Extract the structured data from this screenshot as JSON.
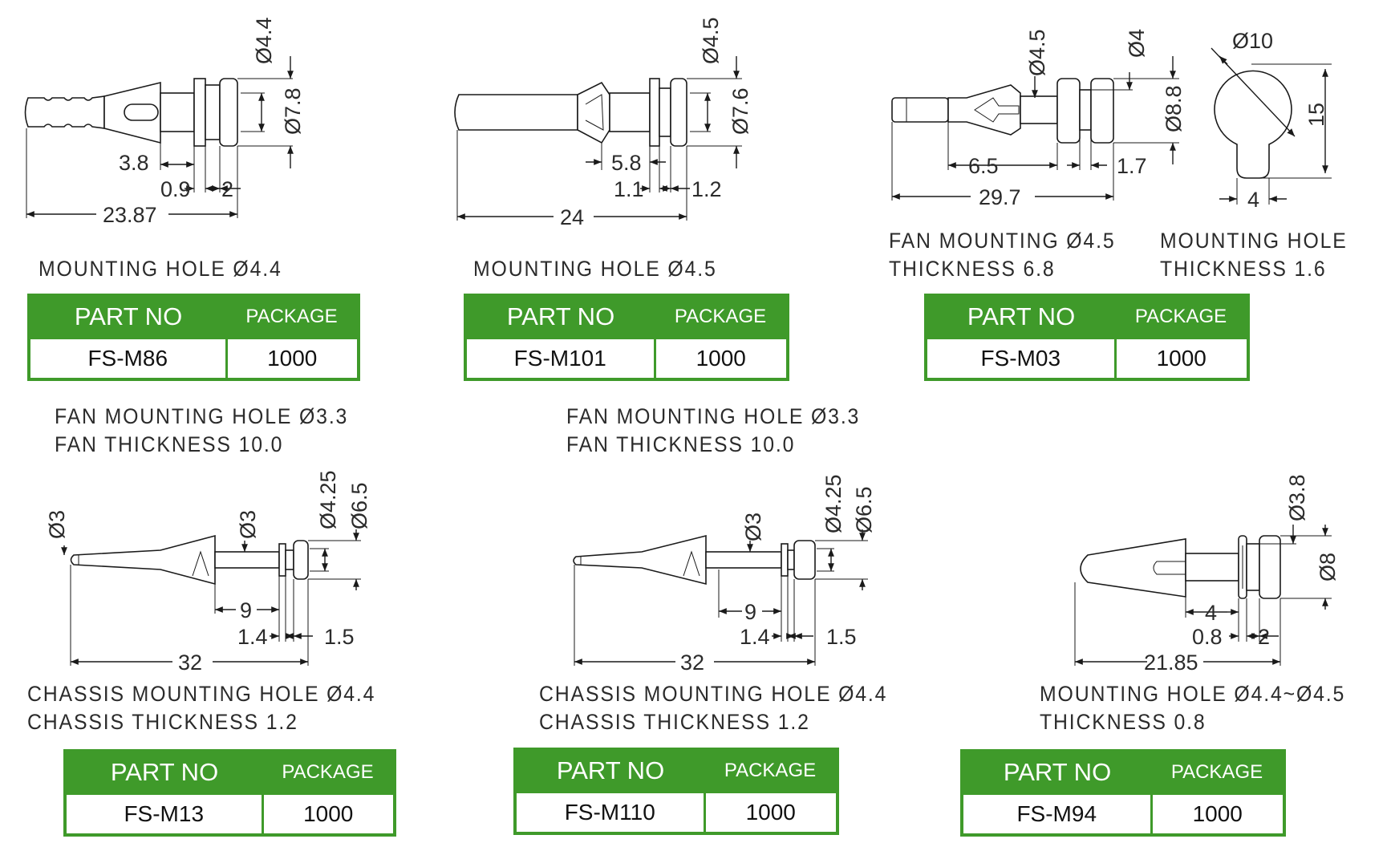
{
  "headers": {
    "part_no": "PART NO",
    "package": "PACKAGE"
  },
  "items": [
    {
      "part_no": "FS-M86",
      "package": "1000",
      "caption": [
        "MOUNTING HOLE Ø4.4"
      ],
      "dims": [
        "Ø4.4",
        "Ø7.8",
        "3.8",
        "0.9",
        "2",
        "23.87"
      ]
    },
    {
      "part_no": "FS-M101",
      "package": "1000",
      "caption": [
        "MOUNTING HOLE Ø4.5"
      ],
      "dims": [
        "Ø4.5",
        "Ø7.6",
        "5.8",
        "1.1",
        "1.2",
        "24"
      ]
    },
    {
      "part_no": "FS-M03",
      "package": "1000",
      "caption": [
        "FAN MOUNTING Ø4.5",
        "THICKNESS 6.8"
      ],
      "caption2": [
        "MOUNTING HOLE",
        "THICKNESS 1.6"
      ],
      "dims": [
        "Ø4.5",
        "Ø4",
        "Ø8.8",
        "6.5",
        "1.7",
        "29.7",
        "Ø10",
        "15",
        "4"
      ]
    },
    {
      "part_no": "FS-M13",
      "package": "1000",
      "caption_top": [
        "FAN MOUNTING HOLE Ø3.3",
        "FAN THICKNESS 10.0"
      ],
      "caption": [
        "CHASSIS MOUNTING HOLE Ø4.4",
        "CHASSIS THICKNESS 1.2"
      ],
      "dims": [
        "Ø3",
        "Ø3",
        "Ø4.25",
        "Ø6.5",
        "9",
        "1.4",
        "1.5",
        "32"
      ]
    },
    {
      "part_no": "FS-M110",
      "package": "1000",
      "caption_top": [
        "FAN MOUNTING HOLE Ø3.3",
        "FAN THICKNESS 10.0"
      ],
      "caption": [
        "CHASSIS MOUNTING HOLE Ø4.4",
        "CHASSIS THICKNESS 1.2"
      ],
      "dims": [
        "Ø3",
        "Ø4.25",
        "Ø6.5",
        "9",
        "1.4",
        "1.5",
        "32"
      ]
    },
    {
      "part_no": "FS-M94",
      "package": "1000",
      "caption": [
        "MOUNTING HOLE Ø4.4~Ø4.5",
        "THICKNESS 0.8"
      ],
      "dims": [
        "Ø3.8",
        "Ø8",
        "4",
        "0.8",
        "2",
        "21.85"
      ]
    }
  ]
}
